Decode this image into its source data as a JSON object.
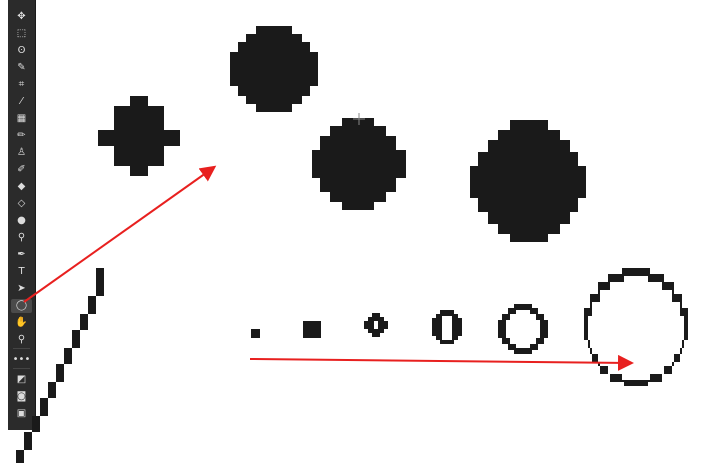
{
  "app": {
    "name": "pixel-brush-demo"
  },
  "toolbar": {
    "tools": [
      {
        "name": "move-tool",
        "glyph": "✥"
      },
      {
        "name": "marquee-tool",
        "glyph": "⬚"
      },
      {
        "name": "lasso-tool",
        "glyph": "ʘ"
      },
      {
        "name": "quick-select-tool",
        "glyph": "✎"
      },
      {
        "name": "crop-tool",
        "glyph": "⌗"
      },
      {
        "name": "eyedropper-tool",
        "glyph": "⁄"
      },
      {
        "name": "healing-tool",
        "glyph": "▦"
      },
      {
        "name": "brush-tool",
        "glyph": "✏"
      },
      {
        "name": "stamp-tool",
        "glyph": "♙"
      },
      {
        "name": "history-brush-tool",
        "glyph": "✐"
      },
      {
        "name": "eraser-tool",
        "glyph": "◆"
      },
      {
        "name": "paint-bucket-tool",
        "glyph": "◇"
      },
      {
        "name": "blur-tool",
        "glyph": "●"
      },
      {
        "name": "dodge-tool",
        "glyph": "⚲"
      },
      {
        "name": "pen-tool",
        "glyph": "✒"
      },
      {
        "name": "type-tool",
        "glyph": "T"
      },
      {
        "name": "path-select-tool",
        "glyph": "➤"
      },
      {
        "name": "ellipse-tool",
        "glyph": "◯"
      },
      {
        "name": "hand-tool",
        "glyph": "✋"
      },
      {
        "name": "zoom-tool",
        "glyph": "⚲"
      },
      {
        "name": "more-tools",
        "glyph": "•••"
      },
      {
        "name": "color-swatches",
        "glyph": "◩"
      },
      {
        "name": "quick-mask-tool",
        "glyph": "◙"
      },
      {
        "name": "screen-mode-tool",
        "glyph": "▣"
      }
    ],
    "active_tool": "ellipse-tool"
  },
  "colors": {
    "toolbar_bg": "#2b2b2b",
    "ink": "#1a1a1a",
    "arrow": "#e8201f",
    "canvas": "#ffffff"
  },
  "canvas": {
    "annotations": [
      "arrow-toolbar-to-shapes",
      "arrow-size-progression"
    ]
  }
}
